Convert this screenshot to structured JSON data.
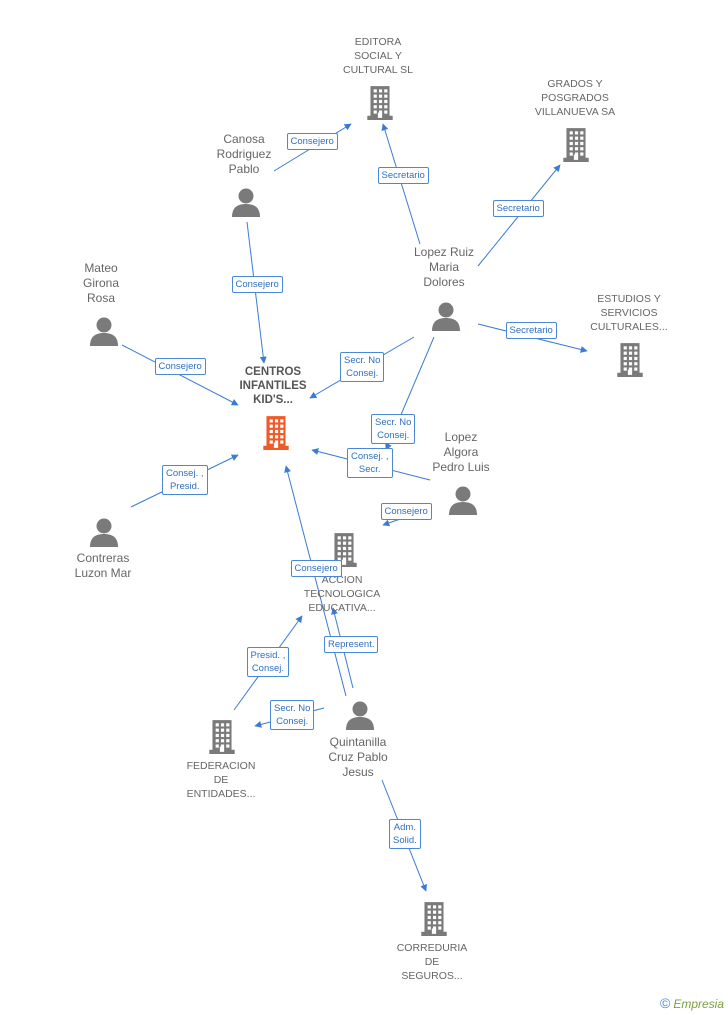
{
  "colors": {
    "edge": "#3a7bd5",
    "node": "#7a7a7a",
    "focus": "#f05a28",
    "label": "#666666"
  },
  "nodes": [
    {
      "id": "editora",
      "type": "company",
      "label": "EDITORA\nSOCIAL Y\nCULTURAL SL"
    },
    {
      "id": "grados",
      "type": "company",
      "label": "GRADOS Y\nPOSGRADOS\nVILLANUEVA SA"
    },
    {
      "id": "canosa",
      "type": "person",
      "label": "Canosa\nRodriguez\nPablo"
    },
    {
      "id": "lopezruiz",
      "type": "person",
      "label": "Lopez Ruiz\nMaria\nDolores"
    },
    {
      "id": "mateo",
      "type": "person",
      "label": "Mateo\nGirona\nRosa"
    },
    {
      "id": "estudios",
      "type": "company",
      "label": "ESTUDIOS Y\nSERVICIOS\nCULTURALES..."
    },
    {
      "id": "centros",
      "type": "focus",
      "label": "CENTROS\nINFANTILES\nKID'S..."
    },
    {
      "id": "lopezalgora",
      "type": "person",
      "label": "Lopez\nAlgora\nPedro Luis"
    },
    {
      "id": "contreras",
      "type": "person",
      "label": "Contreras\nLuzon Mar"
    },
    {
      "id": "accion",
      "type": "company",
      "label": "ACCION\nTECNOLOGICA\nEDUCATIVA..."
    },
    {
      "id": "federacion",
      "type": "company",
      "label": "FEDERACION\nDE\nENTIDADES..."
    },
    {
      "id": "quintanilla",
      "type": "person",
      "label": "Quintanilla\nCruz Pablo\nJesus"
    },
    {
      "id": "correduria",
      "type": "company",
      "label": "CORREDURIA\nDE\nSEGUROS..."
    }
  ],
  "edges": [
    {
      "from": "canosa",
      "to": "editora",
      "label": "Consejero"
    },
    {
      "from": "lopezruiz",
      "to": "editora",
      "label": "Secretario"
    },
    {
      "from": "lopezruiz",
      "to": "grados",
      "label": "Secretario"
    },
    {
      "from": "canosa",
      "to": "centros",
      "label": "Consejero"
    },
    {
      "from": "lopezruiz",
      "to": "estudios",
      "label": "Secretario"
    },
    {
      "from": "mateo",
      "to": "centros",
      "label": "Consejero"
    },
    {
      "from": "lopezruiz",
      "to": "centros",
      "label": "Secr.  No\nConsej."
    },
    {
      "from": "lopezruiz",
      "to": "accion",
      "label": "Secr.  No\nConsej."
    },
    {
      "from": "lopezalgora",
      "to": "centros",
      "label": "Consej. ,\nSecr."
    },
    {
      "from": "lopezalgora",
      "to": "accion",
      "label": "Consejero"
    },
    {
      "from": "contreras",
      "to": "centros",
      "label": "Consej. ,\nPresid."
    },
    {
      "from": "quintanilla",
      "to": "centros",
      "label": "Consejero"
    },
    {
      "from": "quintanilla",
      "to": "accion",
      "label": "Represent."
    },
    {
      "from": "federacion",
      "to": "accion",
      "label": "Presid. ,\nConsej."
    },
    {
      "from": "quintanilla",
      "to": "federacion",
      "label": "Secr.  No\nConsej."
    },
    {
      "from": "quintanilla",
      "to": "correduria",
      "label": "Adm.\nSolid."
    }
  ],
  "brand": {
    "symbol": "©",
    "name": "Empresia"
  }
}
